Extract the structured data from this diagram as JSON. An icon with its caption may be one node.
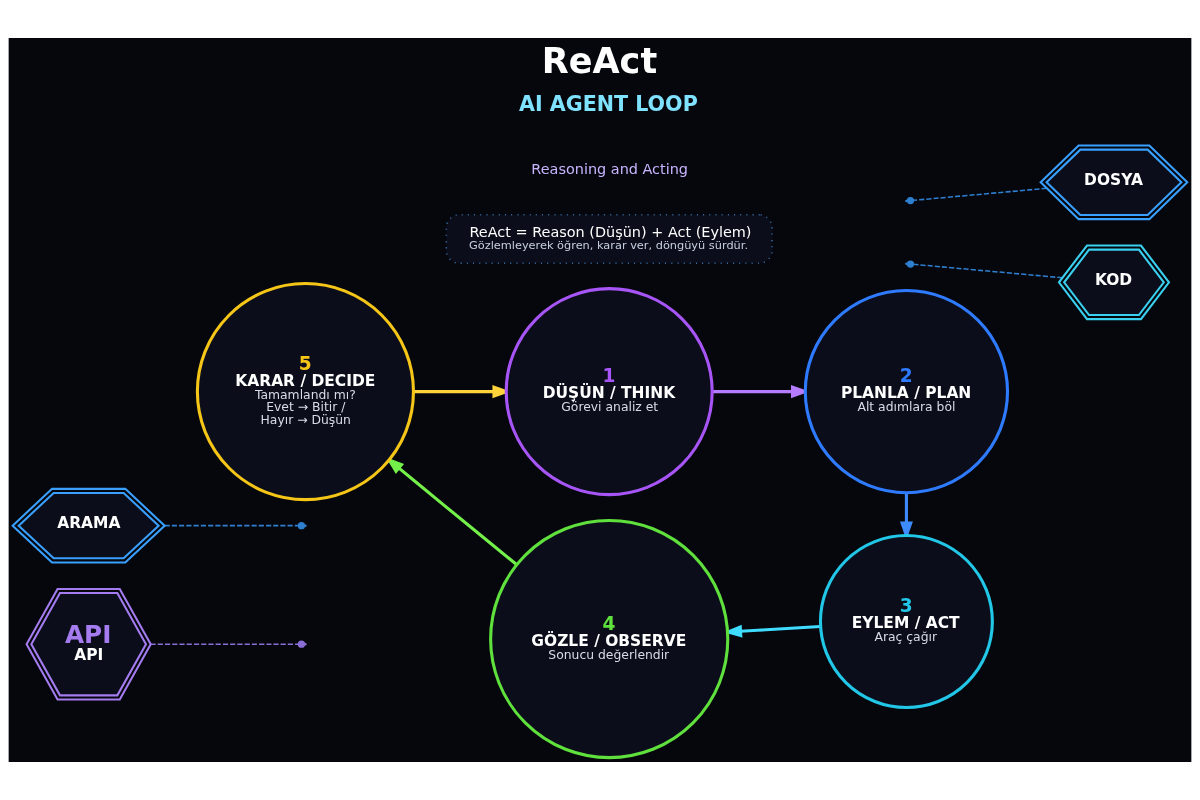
{
  "diagram": {
    "title": "ReAct",
    "nodes": [
      {
        "text": [
          "1",
          "DÜŞÜN / THINK",
          "Görevi analiz et"
        ]
      },
      {
        "text": [
          "2",
          "PLANLA / PLAN",
          "Alt adımlara böl"
        ]
      },
      {
        "text": [
          "3",
          "EYLEM / ACT",
          "Araç çağır"
        ]
      },
      {
        "text": [
          "4",
          "GÖZLE / OBSERVE",
          "Sonucu değerlendir"
        ]
      },
      {
        "text": [
          "5",
          "KARAR / DECIDE",
          "Tamamlandı mı? Evet → Bitir / Hayır → Düşün"
        ]
      },
      {
        "text": [
          "ARAMA"
        ]
      },
      {
        "text": [
          "DOSYA"
        ]
      },
      {
        "text": [
          "API",
          "API"
        ]
      },
      {
        "text": [
          "KOD"
        ]
      },
      {
        "text": [
          "ReAct = Reason (Düşün) + Act (Eylem)",
          "Gözlemleyerek öğren, karar ver, döngüyü sürdür."
        ]
      }
    ],
    "edges": [
      {
        "from": 0,
        "to": 1,
        "arrow": "to",
        "color": "#b57cff"
      },
      {
        "from": 1,
        "to": 2,
        "arrow": "to",
        "color": "#3d8bff"
      },
      {
        "from": 2,
        "to": 3,
        "arrow": "to",
        "color": "#3fdcff"
      },
      {
        "from": 3,
        "to": 4,
        "arrow": "to",
        "color": "#74f04a"
      },
      {
        "from": 4,
        "to": 0,
        "arrow": "to",
        "color": "#ffd43b"
      },
      {
        "from": 5,
        "to": null,
        "arrow": "other",
        "style": "dashed",
        "color": "#2f7fd0"
      },
      {
        "from": 6,
        "to": null,
        "arrow": "other",
        "style": "dashed",
        "color": "#2f7fd0"
      },
      {
        "from": 7,
        "to": null,
        "arrow": "other",
        "style": "dashed",
        "color": "#8a6fd6"
      },
      {
        "from": 8,
        "to": null,
        "arrow": "other",
        "style": "dashed",
        "color": "#2f7fd0"
      }
    ],
    "labels": [
      "AI AGENT LOOP",
      "Reasoning and Acting"
    ]
  }
}
